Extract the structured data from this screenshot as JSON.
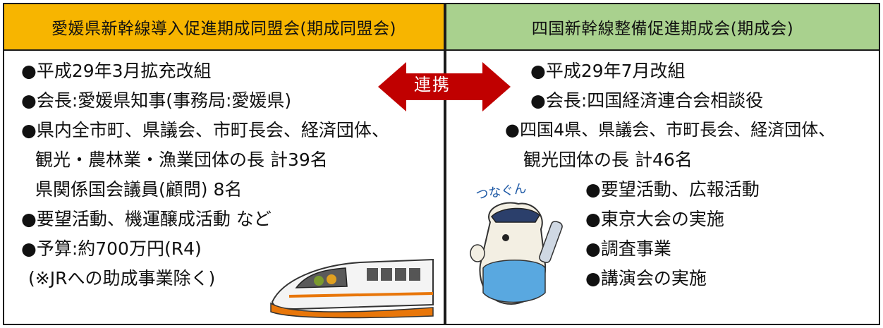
{
  "left": {
    "header": "愛媛県新幹線導入促進期成同盟会(期成同盟会)",
    "header_color": "#f7b500",
    "lines": [
      "●平成29年3月拡充改組",
      "●会長:愛媛県知事(事務局:愛媛県)",
      "●県内全市町、県議会、市町長会、経済団体、",
      "観光・農林業・漁業団体の長 計39名",
      "県関係国会議員(顧問) 8名",
      "●要望活動、機運醸成活動 など",
      "●予算:約700万円(R4)",
      "(※JRへの助成事業除く)"
    ]
  },
  "right": {
    "header": "四国新幹線整備促進期成会(期成会)",
    "header_color": "#a9d18e",
    "lines": [
      "●平成29年7月改組",
      "●会長:四国経済連合会相談役",
      "●四国4県、県議会、市町長会、経済団体、",
      "観光団体の長 計46名",
      "●要望活動、広報活動",
      "●東京大会の実施",
      "●調査事業",
      "●講演会の実施"
    ]
  },
  "link": {
    "label": "連携",
    "color": "#c00000"
  },
  "mascot": {
    "name": "つなぐん"
  }
}
